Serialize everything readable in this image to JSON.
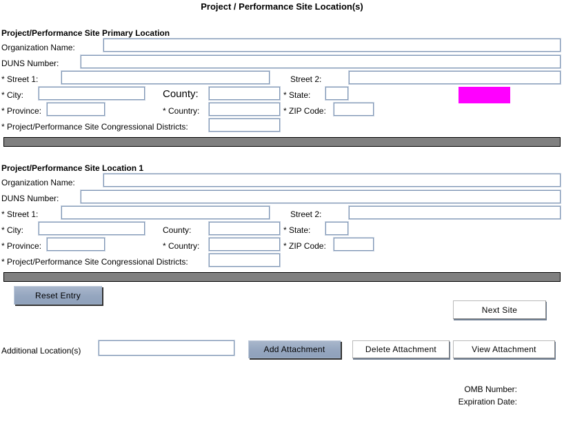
{
  "page": {
    "title": "Project / Performance Site Location(s)"
  },
  "sections": [
    {
      "heading": "Project/Performance Site Primary Location",
      "fields": {
        "organization_name_label": "Organization Name:",
        "organization_name_value": "",
        "duns_label": "DUNS Number:",
        "duns_value": "",
        "street1_label": "* Street 1:",
        "street1_value": "",
        "street2_label": "Street 2:",
        "street2_value": "",
        "city_label": "* City:",
        "city_value": "",
        "county_label": "County:",
        "county_value": "",
        "state_label": "* State:",
        "state_value": "",
        "province_label": "* Province:",
        "province_value": "",
        "country_label": "* Country:",
        "country_value": "",
        "zip_label": "* ZIP Code:",
        "zip_value": "",
        "districts_label": "* Project/Performance Site Congressional Districts:",
        "districts_value": ""
      }
    },
    {
      "heading": "Project/Performance Site Location 1",
      "fields": {
        "organization_name_label": "Organization Name:",
        "organization_name_value": "",
        "duns_label": "DUNS Number:",
        "duns_value": "",
        "street1_label": "* Street 1:",
        "street1_value": "",
        "street2_label": "Street 2:",
        "street2_value": "",
        "city_label": "* City:",
        "city_value": "",
        "county_label": "County:",
        "county_value": "",
        "state_label": "* State:",
        "state_value": "",
        "province_label": "* Province:",
        "province_value": "",
        "country_label": "* Country:",
        "country_value": "",
        "zip_label": "* ZIP Code:",
        "zip_value": "",
        "districts_label": "* Project/Performance Site Congressional Districts:",
        "districts_value": ""
      }
    }
  ],
  "actions": {
    "reset_entry": "Reset Entry",
    "next_site": "Next Site",
    "additional_locations_label": "Additional Location(s)",
    "additional_locations_value": "",
    "add_attachment": "Add Attachment",
    "delete_attachment": "Delete Attachment",
    "view_attachment": "View  Attachment"
  },
  "footer": {
    "omb_number": "OMB Number:",
    "expiration_date": "Expiration Date:"
  },
  "colors": {
    "highlight": "#ff00ff",
    "separator": "#808080",
    "field_border": "#7f96b5",
    "button_blue": "#95a6bf"
  }
}
